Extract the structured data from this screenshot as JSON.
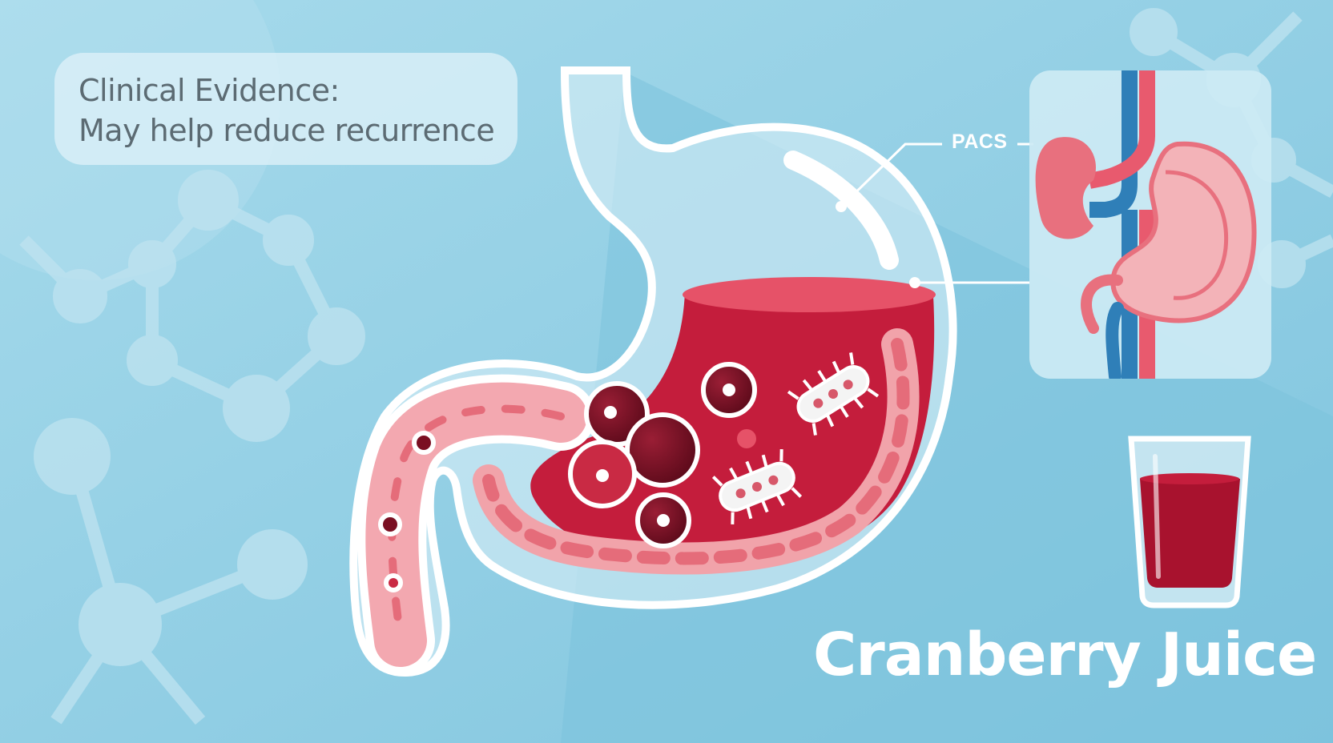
{
  "evidence": {
    "line1": "Clinical Evidence:",
    "line2": "May help reduce recurrence"
  },
  "callout": {
    "label": "PACS"
  },
  "product": {
    "title": "Cranberry Juice"
  },
  "icons": [
    "molecule-network-icon",
    "stomach-illustration",
    "cranberry-icon",
    "bacteria-icon",
    "kidney-urinary-icon",
    "juice-glass-icon"
  ],
  "colors": {
    "background": "#8fcfe6",
    "juice": "#c41d3c",
    "stomach_wall": "#f1a3aa",
    "text_light": "#ffffff",
    "text_card": "#5c6b73",
    "vessel_blue": "#2f7fb8",
    "vessel_red": "#e85a6e"
  }
}
